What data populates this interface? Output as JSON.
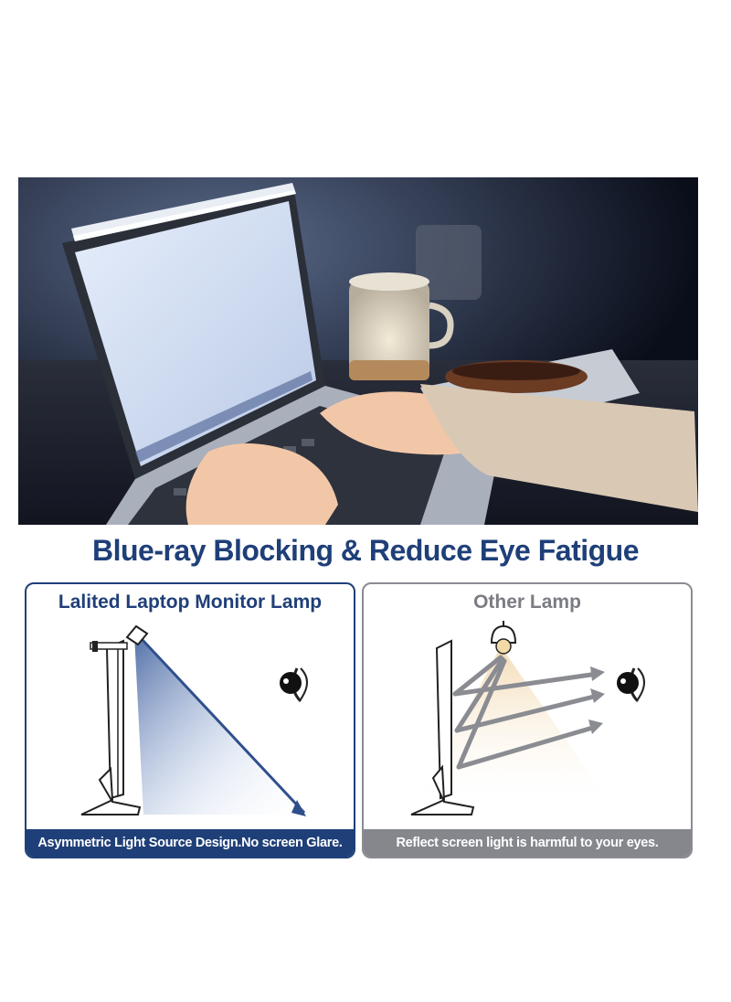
{
  "headline": "Blue-ray Blocking & Reduce Eye Fatigue",
  "panels": {
    "left": {
      "title": "Lalited Laptop Monitor Lamp",
      "caption": "Asymmetric Light Source Design.No screen Glare."
    },
    "right": {
      "title": "Other Lamp",
      "caption": "Reflect screen light is harmful to your eyes."
    }
  },
  "colors": {
    "brand": "#1f3f78",
    "gray": "#85878d"
  }
}
